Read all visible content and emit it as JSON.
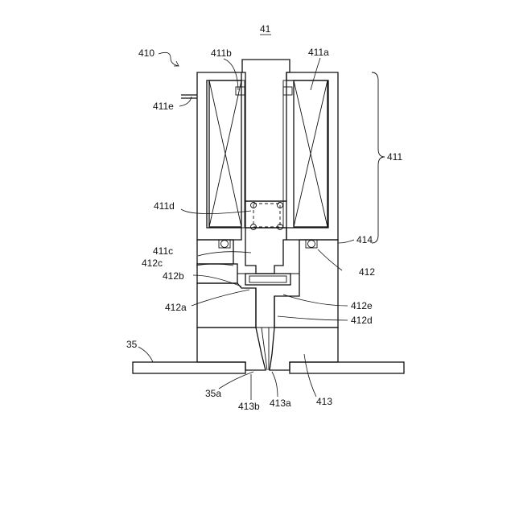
{
  "figure": {
    "title": "41",
    "labels": {
      "l410": "410",
      "l411b": "411b",
      "l411a": "411a",
      "l411e": "411e",
      "l411": "411",
      "l411d": "411d",
      "l414": "414",
      "l411c": "411c",
      "l412c": "412c",
      "l412": "412",
      "l412b": "412b",
      "l412a": "412a",
      "l412e": "412e",
      "l412d": "412d",
      "l35": "35",
      "l35a": "35a",
      "l413b": "413b",
      "l413a": "413a",
      "l413": "413"
    }
  },
  "colors": {
    "line": "#111111",
    "background": "#ffffff"
  }
}
